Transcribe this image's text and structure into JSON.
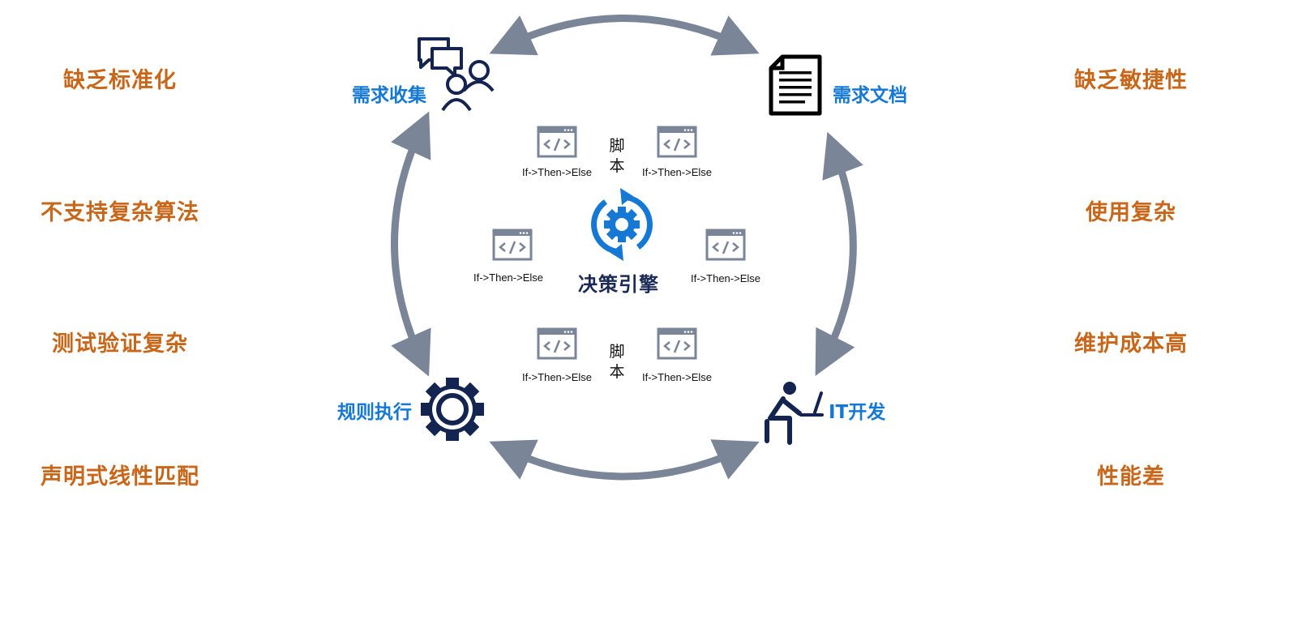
{
  "left_issues": [
    "缺乏标准化",
    "不支持复杂算法",
    "测试验证复杂",
    "声明式线性匹配"
  ],
  "right_issues": [
    "缺乏敏捷性",
    "使用复杂",
    "维护成本高",
    "性能差"
  ],
  "nodes": {
    "requirement_collection": "需求收集",
    "requirement_document": "需求文档",
    "rule_execution": "规则执行",
    "it_development": "IT开发"
  },
  "center": {
    "engine_label": "决策引擎",
    "script_label_top": "脚本",
    "script_label_bottom": "脚本",
    "code_labels": [
      "If->Then->Else",
      "If->Then->Else",
      "If->Then->Else",
      "If->Then->Else",
      "If->Then->Else",
      "If->Then->Else"
    ]
  },
  "icons": {
    "requirement_collection": "chat-people-icon",
    "requirement_document": "document-icon",
    "rule_execution": "gear-icon",
    "it_development": "developer-at-desk-icon",
    "engine": "gear-refresh-icon",
    "code": "code-window-icon"
  },
  "colors": {
    "issue_text": "#c8661a",
    "node_label": "#1478d4",
    "icon_dark": "#12244f",
    "arrow": "#7a8598",
    "engine_blue": "#1478d4"
  }
}
